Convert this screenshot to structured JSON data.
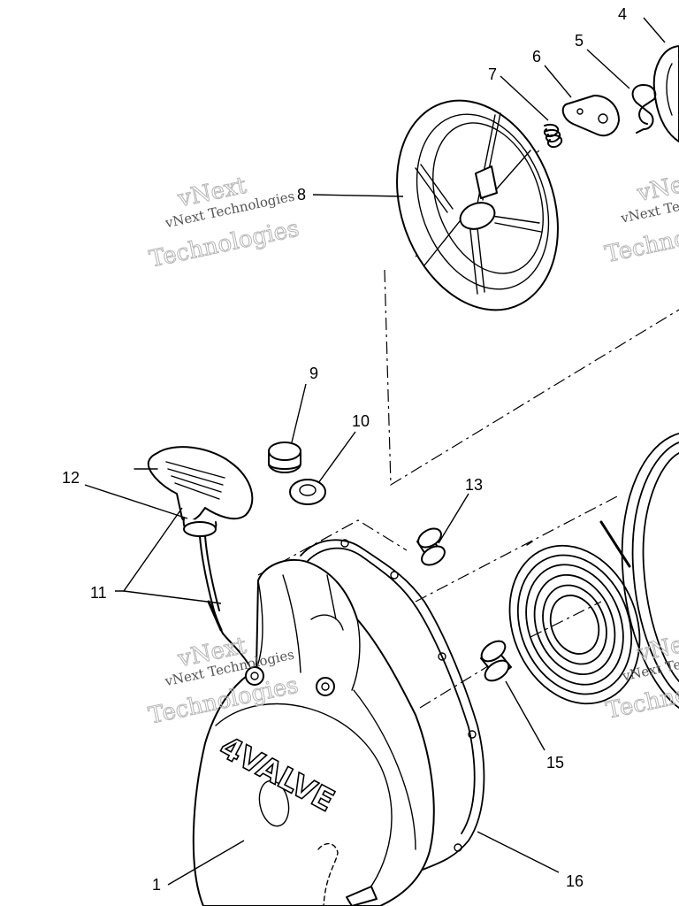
{
  "callouts": [
    {
      "id": "1",
      "label": "1"
    },
    {
      "id": "4",
      "label": "4"
    },
    {
      "id": "5",
      "label": "5"
    },
    {
      "id": "6",
      "label": "6"
    },
    {
      "id": "7",
      "label": "7"
    },
    {
      "id": "8",
      "label": "8"
    },
    {
      "id": "9",
      "label": "9"
    },
    {
      "id": "10",
      "label": "10"
    },
    {
      "id": "11",
      "label": "11"
    },
    {
      "id": "12",
      "label": "12"
    },
    {
      "id": "13",
      "label": "13"
    },
    {
      "id": "15",
      "label": "15"
    },
    {
      "id": "16",
      "label": "16"
    }
  ],
  "housing_text": "4VALVE",
  "watermark": {
    "line1": "vNext Technologies",
    "line2": "vNext",
    "line3": "Technologies"
  },
  "colors": {
    "ink": "#000000",
    "paper": "#ffffff",
    "watermark": "#b5b5b5"
  }
}
